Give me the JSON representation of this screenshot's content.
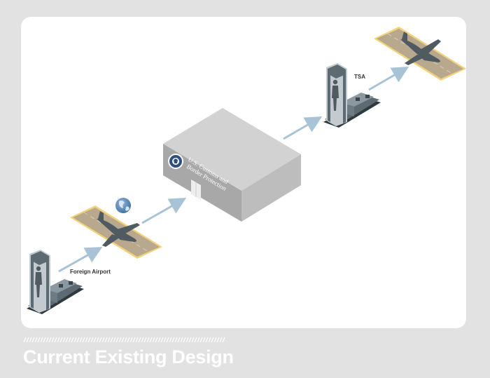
{
  "labels": {
    "foreign_airport": "Foreign Airport",
    "tsa": "TSA",
    "cbp_line1": "U.S. Customs and",
    "cbp_line2": "Border Protection"
  },
  "footer": {
    "title": "Current Existing Design"
  },
  "colors": {
    "background": "#e2e2e2",
    "panel": "#ffffff",
    "arrow": "#a9c3d6",
    "runway": "#b8a88e",
    "runway_edge": "#f3d27a",
    "aircraft": "#4f5a61",
    "scanner": "#5d6a72",
    "building_top": "#d2d2d2",
    "building_left": "#a8a8a8",
    "building_right": "#bdbdbd"
  },
  "icons": [
    "globe-icon",
    "cbp-seal-icon",
    "airplane-icon",
    "security-scanner-icon",
    "person-icon"
  ]
}
